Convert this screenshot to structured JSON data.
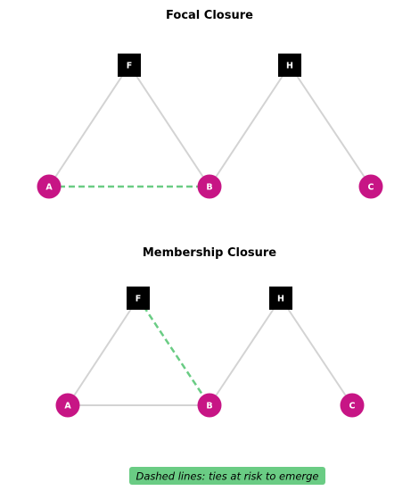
{
  "colors": {
    "person_node": "#c71585",
    "entity_node": "#000000",
    "existing_edge": "#d3d3d3",
    "risk_edge": "#6acc84",
    "label_text": "#ffffff"
  },
  "panels": [
    {
      "title": "Focal Closure",
      "nodes": [
        {
          "id": "F",
          "label": "F",
          "shape": "square"
        },
        {
          "id": "H",
          "label": "H",
          "shape": "square"
        },
        {
          "id": "A",
          "label": "A",
          "shape": "circle"
        },
        {
          "id": "B",
          "label": "B",
          "shape": "circle"
        },
        {
          "id": "C",
          "label": "C",
          "shape": "circle"
        }
      ],
      "edges": [
        {
          "source": "F",
          "target": "A",
          "style": "solid"
        },
        {
          "source": "F",
          "target": "B",
          "style": "solid"
        },
        {
          "source": "H",
          "target": "B",
          "style": "solid"
        },
        {
          "source": "H",
          "target": "C",
          "style": "solid"
        },
        {
          "source": "A",
          "target": "B",
          "style": "dashed"
        }
      ]
    },
    {
      "title": "Membership Closure",
      "nodes": [
        {
          "id": "F",
          "label": "F",
          "shape": "square"
        },
        {
          "id": "H",
          "label": "H",
          "shape": "square"
        },
        {
          "id": "A",
          "label": "A",
          "shape": "circle"
        },
        {
          "id": "B",
          "label": "B",
          "shape": "circle"
        },
        {
          "id": "C",
          "label": "C",
          "shape": "circle"
        }
      ],
      "edges": [
        {
          "source": "F",
          "target": "A",
          "style": "solid"
        },
        {
          "source": "A",
          "target": "B",
          "style": "solid"
        },
        {
          "source": "H",
          "target": "B",
          "style": "solid"
        },
        {
          "source": "H",
          "target": "C",
          "style": "solid"
        },
        {
          "source": "F",
          "target": "B",
          "style": "dashed"
        }
      ]
    }
  ],
  "legend": {
    "text": "Dashed lines: ties at risk to emerge"
  }
}
